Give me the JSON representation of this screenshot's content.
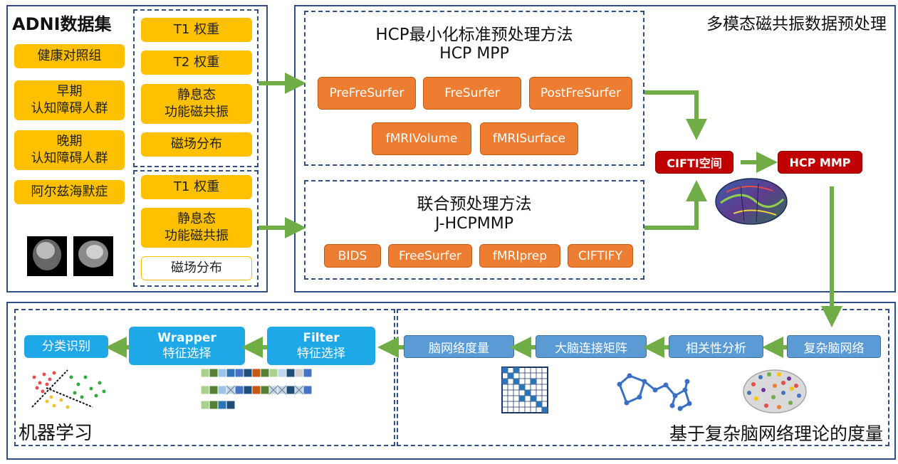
{
  "adni": {
    "title": "ADNI数据集",
    "groups": [
      "健康对照组",
      "早期\n认知障碍人群",
      "晚期\n认知障碍人群",
      "阿尔兹海默症"
    ],
    "set1": [
      "T1 权重",
      "T2 权重",
      "静息态\n功能磁共振",
      "磁场分布"
    ],
    "set2": [
      "T1 权重",
      "静息态\n功能磁共振",
      "磁场分布"
    ]
  },
  "preprocessing": {
    "title": "多模态磁共振数据预处理",
    "hcp": {
      "title": "HCP最小化标准预处理方法",
      "subtitle": "HCP MPP",
      "steps": [
        "PreFreSurfer",
        "FreSurfer",
        "PostFreSurfer",
        "fMRIVolume",
        "fMRISurface"
      ]
    },
    "joint": {
      "title": "联合预处理方法",
      "subtitle": "J-HCPMMP",
      "steps": [
        "BIDS",
        "FreeSurfer",
        "fMRIprep",
        "CIFTIFY"
      ]
    },
    "cifti": "CIFTI空间",
    "hcp_mmp": "HCP MMP"
  },
  "ml": {
    "title": "机器学习",
    "classify": "分类识别",
    "wrapper_title": "Wrapper",
    "wrapper_sub": "特征选择",
    "filter_title": "Filter",
    "filter_sub": "特征选择"
  },
  "network": {
    "title": "基于复杂脑网络理论的度量",
    "steps": [
      "复杂脑网络",
      "相关性分析",
      "大脑连接矩阵",
      "脑网络度量"
    ]
  },
  "colors": {
    "border": "#2f4f86",
    "yellow": "#ffc000",
    "orange": "#ed7d31",
    "arrow_green": "#70ad47",
    "dark_red": "#c00000",
    "light_blue": "#1fa8e8",
    "steel_blue": "#5b9bd5"
  }
}
